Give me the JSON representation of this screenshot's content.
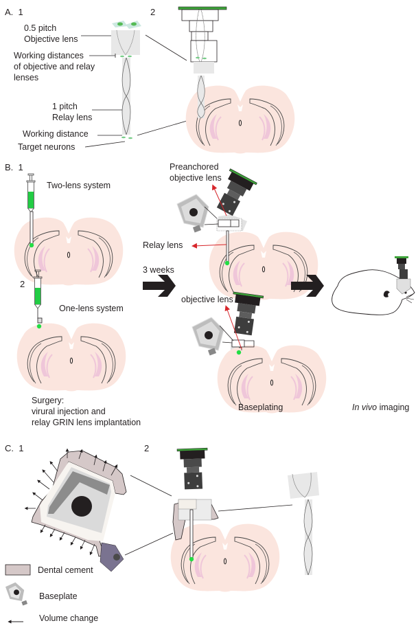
{
  "figure": {
    "panel_A": {
      "label": "A.",
      "sub1": "1",
      "sub2": "2",
      "objective_lens": [
        "0.5 pitch",
        "Objective lens"
      ],
      "working_distances": [
        "Working distances",
        "of objective and relay",
        "lenses"
      ],
      "relay_lens": [
        "1 pitch",
        "Relay lens"
      ],
      "working_distance": "Working distance",
      "target_neurons": "Target neurons"
    },
    "panel_B": {
      "label": "B.",
      "sub1": "1",
      "sub2": "2",
      "two_lens": "Two-lens system",
      "one_lens": "One-lens system",
      "preanchored": [
        "Preanchored",
        "objective lens"
      ],
      "relay_lens": "Relay lens",
      "three_weeks": "3 weeks",
      "objective_lens": "objective lens",
      "surgery": [
        "Surgery:",
        "virural injection and",
        "relay GRIN lens implantation"
      ],
      "baseplating": "Baseplating",
      "in_vivo_italic": "In vivo",
      "in_vivo_rest": " imaging"
    },
    "panel_C": {
      "label": "C.",
      "sub1": "1",
      "sub2": "2"
    },
    "legend": [
      {
        "icon": "dental-cement-swatch",
        "label": "Dental cement"
      },
      {
        "icon": "baseplate-icon",
        "label": "Baseplate"
      },
      {
        "icon": "arrow-left-icon",
        "label": "Volume change"
      }
    ],
    "colors": {
      "brain": "#fbe5de",
      "brain_pink": "#efc6d9",
      "virus_green": "#22dd44",
      "arrow_red": "#d7262b",
      "camera_dark": "#3a3a3a",
      "sensor_green": "#3ea33a",
      "cement": "#d5c8c8",
      "lens_gray": "#e8e8e8"
    }
  }
}
